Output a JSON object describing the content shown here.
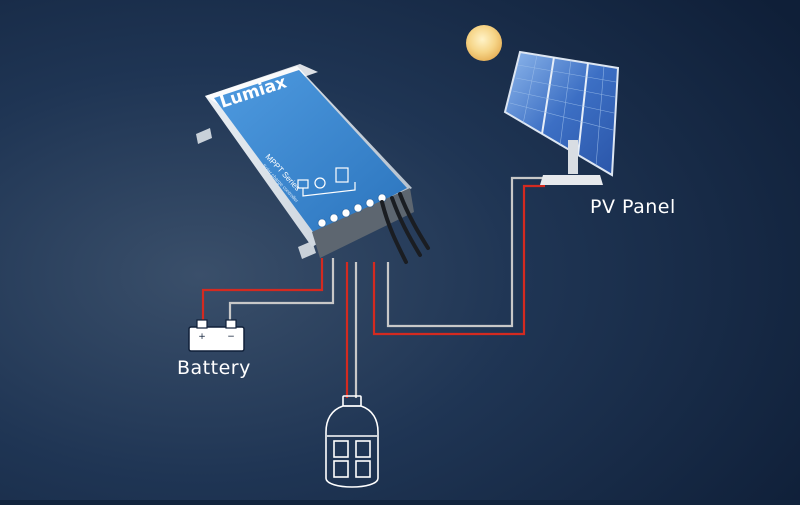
{
  "controller": {
    "brand": "Lumiax",
    "series": "MPPT Series",
    "subtitle": "Solar charge controller"
  },
  "labels": {
    "pv_panel": "PV Panel",
    "battery": "Battery"
  },
  "battery_terminals": {
    "positive": "+",
    "negative": "−"
  },
  "colors": {
    "background": "#12243d",
    "controller_blue": "#2f7fc8",
    "wire_red": "#d42a20",
    "wire_gray": "#c8c8c8",
    "sun": "#f3cf7c"
  }
}
